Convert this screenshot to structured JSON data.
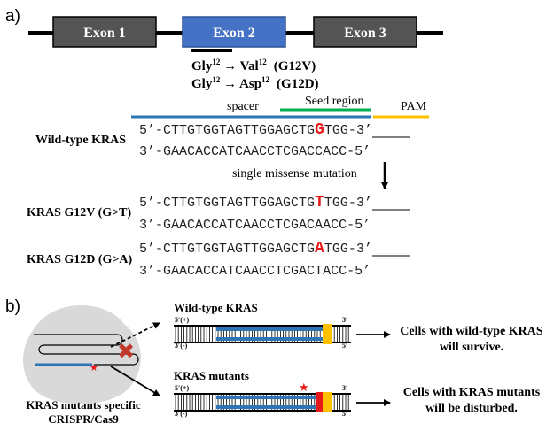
{
  "panel_a": {
    "label": "a)",
    "exons": [
      "Exon 1",
      "Exon 2",
      "Exon 3"
    ],
    "mutation_lines": [
      {
        "from": "Gly",
        "from_pos": "12",
        "to": "Val",
        "to_pos": "12",
        "code": "(G12V)"
      },
      {
        "from": "Gly",
        "from_pos": "12",
        "to": "Asp",
        "to_pos": "12",
        "code": "(G12D)"
      }
    ],
    "region_labels": {
      "spacer": "spacer",
      "seed": "Seed region",
      "pam": "PAM"
    },
    "wild_type": {
      "label": "Wild-type KRAS",
      "top": {
        "prefix": "5’-",
        "pre": "CTTGTGGTAGTTGGAGCTG",
        "hl": "G",
        "post": "TGG",
        "suffix": "-3’"
      },
      "bottom": {
        "prefix": "3’-",
        "pre": "GAACACCATCAACCTCGAC",
        "hl": "C",
        "post": "ACC",
        "suffix": "-5’"
      }
    },
    "mutation_note": "single missense mutation",
    "g12v": {
      "label": "KRAS G12V (G>T)",
      "top": {
        "prefix": "5’-",
        "pre": "CTTGTGGTAGTTGGAGCTG",
        "hl": "T",
        "post": "TGG",
        "suffix": "-3’"
      },
      "bottom": {
        "prefix": "3’-",
        "pre": "GAACACCATCAACCTCGAC",
        "hl": "A",
        "post": "ACC",
        "suffix": "-5’"
      }
    },
    "g12d": {
      "label": "KRAS G12D (G>A)",
      "top": {
        "prefix": "5’-",
        "pre": "CTTGTGGTAGTTGGAGCTG",
        "hl": "A",
        "post": "TGG",
        "suffix": "-3’"
      },
      "bottom": {
        "prefix": "3’-",
        "pre": "GAACACCATCAACCTCGAC",
        "hl": "T",
        "post": "ACC",
        "suffix": "-5’"
      }
    }
  },
  "panel_b": {
    "label": "b)",
    "cas9_label_line1": "KRAS mutants specific",
    "cas9_label_line2": "CRISPR/Cas9",
    "wt_title": "Wild-type  KRAS",
    "mut_title": "KRAS mutants",
    "strand_5p_plus": "5′(+)",
    "strand_3p": "3′",
    "strand_3p_minus": "3′(-)",
    "strand_5p": "5′",
    "wt_outcome_line1": "Cells with wild-type KRAS",
    "wt_outcome_line2": "will survive.",
    "mut_outcome_line1": "Cells with KRAS mutants",
    "mut_outcome_line2": "will be disturbed."
  },
  "colors": {
    "exon_gray": "#545454",
    "exon_blue": "#4472c4",
    "spacer_blue": "#2e75b6",
    "seed_green": "#00b050",
    "pam_yellow": "#ffc000",
    "mutation_red": "#e8191a",
    "cross_red": "#c0392b",
    "cas9_gray": "#d9d9d9"
  }
}
